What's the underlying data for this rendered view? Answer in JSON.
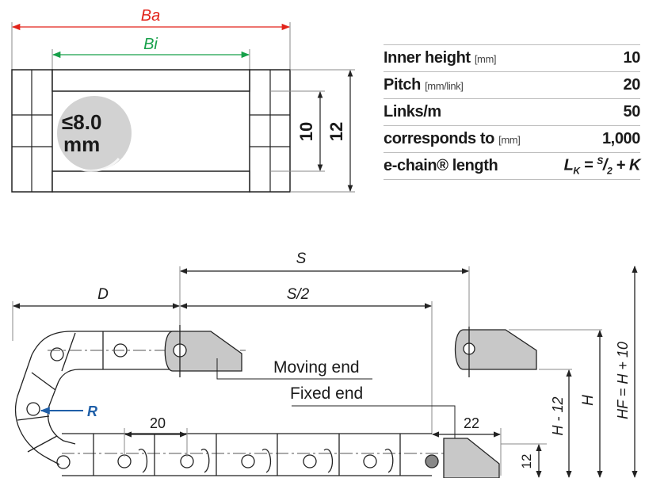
{
  "cross_section": {
    "outer_width_label": "Ba",
    "inner_width_label": "Bi",
    "inner_height_value": "10",
    "outer_height_value": "12",
    "badge_line1": "≤8.0",
    "badge_line2": "mm"
  },
  "spec_table": {
    "rows": [
      {
        "label": "Inner height",
        "unit": "[mm]",
        "value": "10"
      },
      {
        "label": "Pitch",
        "unit": "[mm/link]",
        "value": "20"
      },
      {
        "label": "Links/m",
        "unit": "",
        "value": "50"
      },
      {
        "label": "corresponds to",
        "unit": "[mm]",
        "value": "1,000"
      }
    ],
    "length_row": {
      "label": "e-chain® length",
      "formula_lk": "L",
      "formula_sub": "K",
      "formula_eq": " = ",
      "formula_s": "S",
      "formula_slash": "/",
      "formula_two": "2",
      "formula_plus": " + K"
    }
  },
  "side_view": {
    "S_label": "S",
    "S_half_label": "S/2",
    "D_label": "D",
    "R_label": "R",
    "moving_end_label": "Moving end",
    "fixed_end_label": "Fixed end",
    "pitch_label": "20",
    "end_length_label": "22",
    "height_label": "12",
    "H_minus_label": "H - 12",
    "H_label": "H",
    "HF_label": "HF = H + 10"
  },
  "colors": {
    "red_dimension": "#e2231a",
    "green_dimension": "#17a04a",
    "blue_label": "#1f5fa8",
    "badge_fill": "#d2d2d2",
    "end_bracket_fill": "#c8c8c8"
  }
}
